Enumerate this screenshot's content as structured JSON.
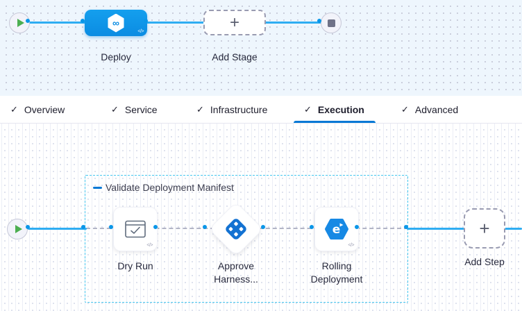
{
  "pipeline": {
    "stage_label": "Deploy",
    "add_stage_label": "Add Stage",
    "code_toggle": "</>",
    "stage_icon_glyph": "∞"
  },
  "tabs": {
    "check": "✓",
    "items": [
      {
        "label": "Overview",
        "active": false
      },
      {
        "label": "Service",
        "active": false
      },
      {
        "label": "Infrastructure",
        "active": false
      },
      {
        "label": "Execution",
        "active": true
      },
      {
        "label": "Advanced",
        "active": false
      }
    ]
  },
  "execution": {
    "group_label": "Validate Deployment Manifest",
    "steps": [
      {
        "label": "Dry Run",
        "icon": "dry-run-window-check"
      },
      {
        "label": "Approve Harness...",
        "icon": "harness-approval-diamond"
      },
      {
        "label": "Rolling Deployment",
        "icon": "rolling-deployment-hexagon"
      }
    ],
    "add_step_label": "Add Step",
    "plus_glyph": "+"
  },
  "colors": {
    "accent_blue": "#0278d5",
    "stage_node_blue": "#0e95e8",
    "edge_blue": "#2fadf2",
    "connector_dash_gray": "#b2b4c6",
    "group_border_cyan": "#43c6ef",
    "play_green": "#4cae50",
    "canvas_top_bg": "#eef6fd",
    "text_dark": "#26283c"
  }
}
